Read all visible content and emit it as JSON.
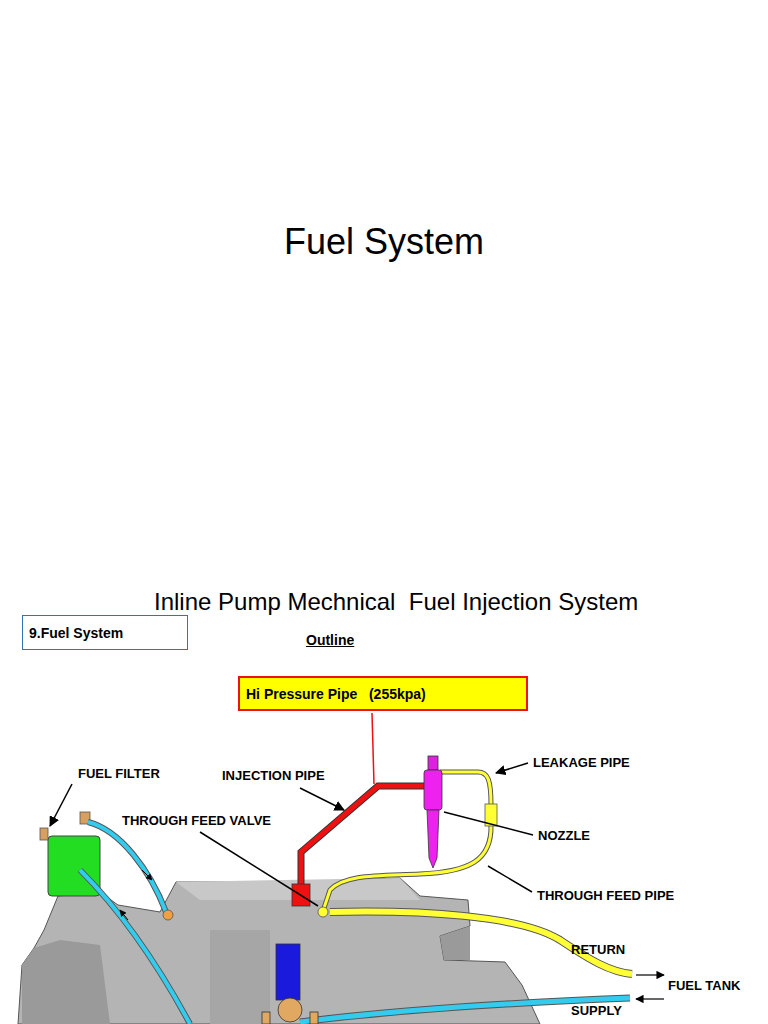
{
  "diagram": {
    "title": "Fuel System",
    "nodes": [
      {
        "text": [
          "9.Fuel System"
        ]
      },
      {
        "text": [
          "Hi Pressure Pipe   (255kpa)"
        ]
      }
    ],
    "labels": [
      "Inline Pump Mechnical  Fuel Injection System",
      "Outline",
      "FUEL FILTER",
      "INJECTION PIPE",
      "THROUGH FEED VALVE",
      "LEAKAGE PIPE",
      "NOZZLE",
      "THROUGH FEED PIPE",
      "RETURN",
      "FUEL TANK",
      "SUPPLY"
    ]
  }
}
